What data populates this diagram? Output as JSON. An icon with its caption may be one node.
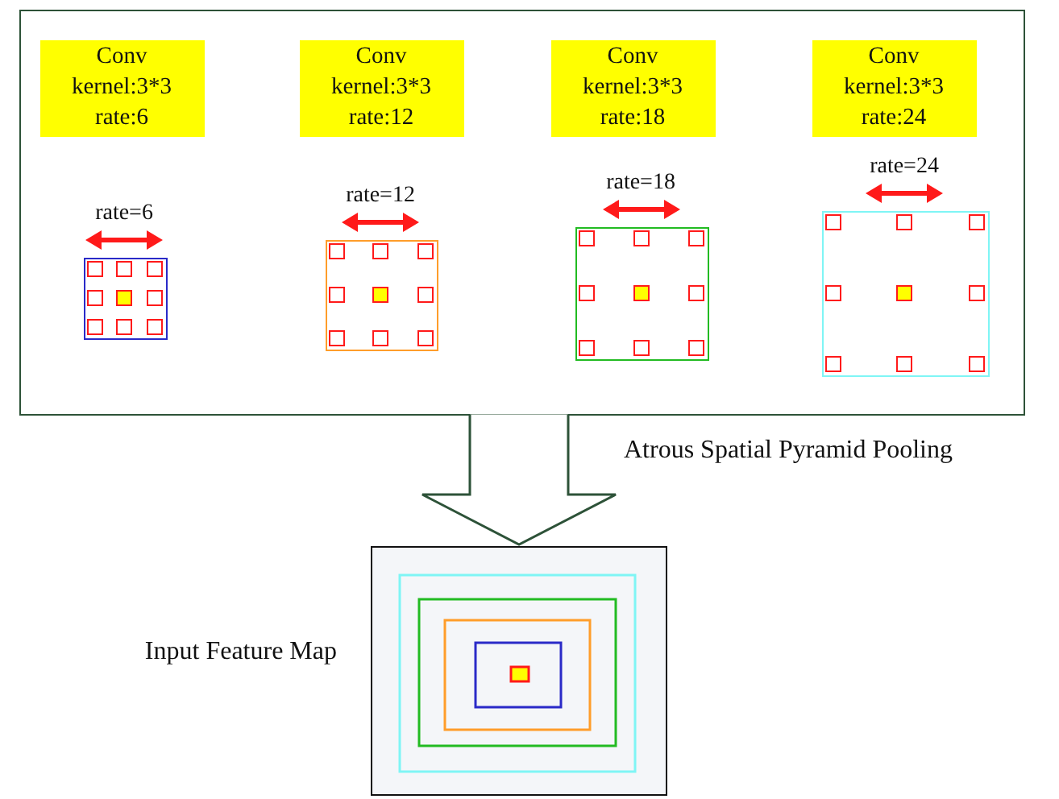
{
  "diagram": {
    "nodes": [
      {
        "text": [
          "Atrous Spatial Pyramid Pooling"
        ]
      },
      {
        "text": [
          "Conv",
          "kernel:3*3",
          "rate:6"
        ],
        "in": 0
      },
      {
        "text": [
          "Conv",
          "kernel:3*3",
          "rate:12"
        ],
        "in": 0
      },
      {
        "text": [
          "Conv",
          "kernel:3*3",
          "rate:18"
        ],
        "in": 0
      },
      {
        "text": [
          "Conv",
          "kernel:3*3",
          "rate:24"
        ],
        "in": 0
      },
      {
        "text": [],
        "shape": "box",
        "in": 0,
        "beside": [
          "rate=6"
        ]
      },
      {
        "text": [],
        "shape": "box",
        "in": 0,
        "beside": [
          "rate=12"
        ]
      },
      {
        "text": [],
        "shape": "box",
        "in": 0,
        "beside": [
          "rate=18"
        ]
      },
      {
        "text": [],
        "shape": "box",
        "in": 0,
        "beside": [
          "rate=24"
        ]
      },
      {
        "text": [],
        "shape": "box",
        "beside": [
          "Input Feature Map"
        ]
      }
    ],
    "edges": [
      {
        "from": 0,
        "to": 9,
        "arrow": "to"
      }
    ]
  }
}
